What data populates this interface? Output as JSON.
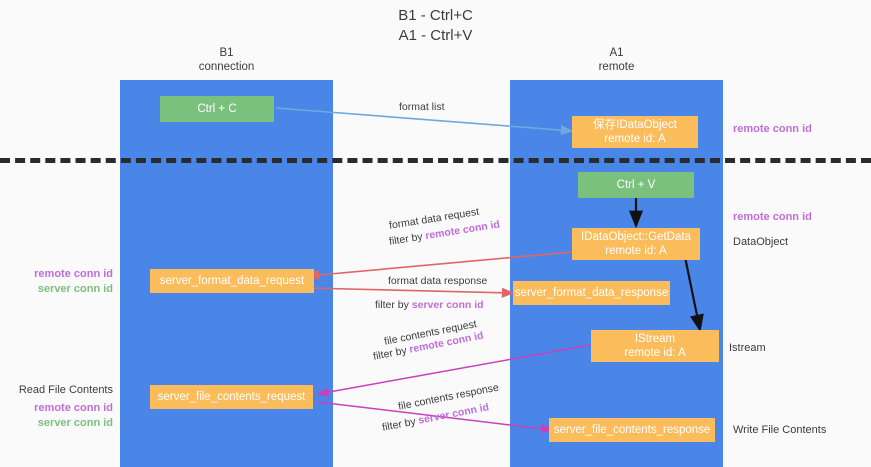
{
  "diagram": {
    "title": "B1 - Ctrl+C\nA1 - Ctrl+V",
    "lanes": [
      {
        "id": "b1",
        "heading": "B1\nconnection"
      },
      {
        "id": "a1",
        "heading": "A1\nremote"
      }
    ],
    "nodes": {
      "ctrl_c": "Ctrl + C",
      "save_idataobject": "保存IDataObject\nremote id: A",
      "ctrl_v": "Ctrl + V",
      "idataobject_getdata": "IDataObject::GetData\nremote id: A",
      "server_format_data_request": "server_format_data_request",
      "server_format_data_response": "server_format_data_response",
      "istream": "IStream\nremote id: A",
      "server_file_contents_request": "server_file_contents_request",
      "server_file_contents_response": "server_file_contents_response"
    },
    "edge_labels": {
      "format_list": "format list",
      "format_data_request": "format data request",
      "format_data_request_filter_prefix": "filter by ",
      "format_data_request_filter_key": "remote conn id",
      "format_data_response": "format data response",
      "format_data_response_filter_prefix": "filter by ",
      "format_data_response_filter_key": "server conn id",
      "file_contents_request": "file contents request",
      "file_contents_request_filter_prefix": "filter by ",
      "file_contents_request_filter_key": "remote conn id",
      "file_contents_response": "file contents response",
      "file_contents_response_filter_prefix": "filter by ",
      "file_contents_response_filter_key": "server conn id"
    },
    "annotations": {
      "right_remote_conn_id_top": "remote conn id",
      "right_remote_conn_id_mid": "remote conn id",
      "right_dataobject": "DataObject",
      "right_istream": "Istream",
      "right_write_file_contents": "Write File Contents",
      "left_remote_conn_id_mid": "remote conn id",
      "left_server_conn_id_mid": "server conn id",
      "left_read_file_contents": "Read File Contents",
      "left_remote_conn_id_bottom": "remote conn id",
      "left_server_conn_id_bottom": "server conn id"
    },
    "colors": {
      "lane": "#4a86e8",
      "node_green": "#7bc17e",
      "node_orange": "#fbbc5c",
      "highlight_purple": "#c06ddb",
      "highlight_green": "#7bc17e",
      "arrow_blue": "#6fa8dc",
      "arrow_red": "#e06666",
      "arrow_magenta": "#cc3fbb",
      "arrow_black": "#111111",
      "background": "#fafafa"
    }
  }
}
